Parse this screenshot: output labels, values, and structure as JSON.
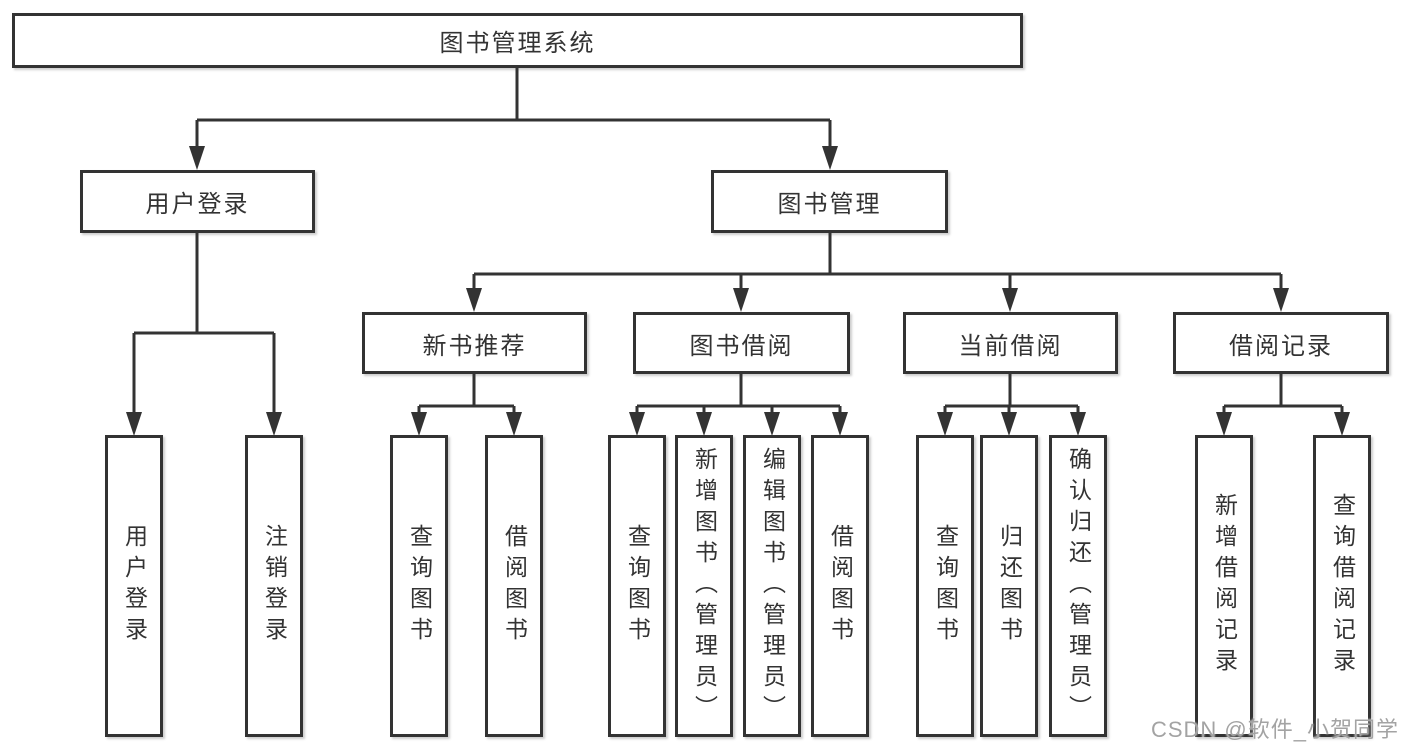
{
  "diagram_title": "图书管理系统",
  "tree": {
    "label": "图书管理系统",
    "children": [
      {
        "label": "用户登录",
        "children": [
          {
            "label": "用户登录"
          },
          {
            "label": "注销登录"
          }
        ]
      },
      {
        "label": "图书管理",
        "children": [
          {
            "label": "新书推荐",
            "children": [
              {
                "label": "查询图书"
              },
              {
                "label": "借阅图书"
              }
            ]
          },
          {
            "label": "图书借阅",
            "children": [
              {
                "label": "查询图书"
              },
              {
                "label": "新增图书（管理员）"
              },
              {
                "label": "编辑图书（管理员）"
              },
              {
                "label": "借阅图书"
              }
            ]
          },
          {
            "label": "当前借阅",
            "children": [
              {
                "label": "查询图书"
              },
              {
                "label": "归还图书"
              },
              {
                "label": "确认归还（管理员）"
              }
            ]
          },
          {
            "label": "借阅记录",
            "children": [
              {
                "label": "新增借阅记录"
              },
              {
                "label": "查询借阅记录"
              }
            ]
          }
        ]
      }
    ]
  },
  "watermark": "CSDN @软件_小贺同学",
  "colors": {
    "line": "#333333",
    "box_border": "#333333",
    "text": "#333333",
    "background": "#ffffff",
    "watermark": "#a3a3a3"
  }
}
